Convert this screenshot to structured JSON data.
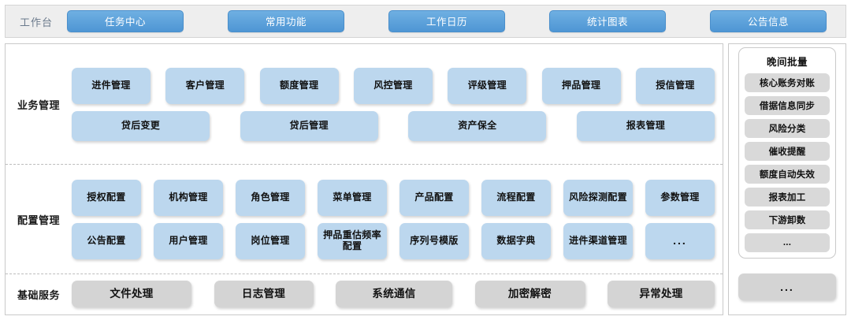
{
  "header": {
    "title": "工作台",
    "tabs": [
      {
        "label": "任务中心"
      },
      {
        "label": "常用功能"
      },
      {
        "label": "工作日历"
      },
      {
        "label": "统计图表"
      },
      {
        "label": "公告信息"
      }
    ],
    "accent_color": "#4e96d4"
  },
  "sections": [
    {
      "label": "业务管理",
      "rows": [
        {
          "items": [
            {
              "label": "进件管理",
              "width": 100
            },
            {
              "label": "客户管理",
              "width": 100
            },
            {
              "label": "额度管理",
              "width": 100
            },
            {
              "label": "风控管理",
              "width": 100
            },
            {
              "label": "评级管理",
              "width": 100
            },
            {
              "label": "押品管理",
              "width": 100
            },
            {
              "label": "授信管理",
              "width": 100
            }
          ]
        },
        {
          "items": [
            {
              "label": "贷后变更",
              "width": 175
            },
            {
              "label": "贷后管理",
              "width": 175
            },
            {
              "label": "资产保全",
              "width": 175
            },
            {
              "label": "报表管理",
              "width": 175
            }
          ]
        }
      ]
    },
    {
      "label": "配置管理",
      "rows": [
        {
          "items": [
            {
              "label": "授权配置",
              "width": 88
            },
            {
              "label": "机构管理",
              "width": 88
            },
            {
              "label": "角色管理",
              "width": 88
            },
            {
              "label": "菜单管理",
              "width": 88
            },
            {
              "label": "产品配置",
              "width": 88
            },
            {
              "label": "流程配置",
              "width": 88
            },
            {
              "label": "风险探测配置",
              "width": 88
            },
            {
              "label": "参数管理",
              "width": 88
            }
          ]
        },
        {
          "items": [
            {
              "label": "公告配置",
              "width": 88
            },
            {
              "label": "用户管理",
              "width": 88
            },
            {
              "label": "岗位管理",
              "width": 88
            },
            {
              "label": "押品重估频率配置",
              "width": 88
            },
            {
              "label": "序列号模版",
              "width": 88
            },
            {
              "label": "数据字典",
              "width": 88
            },
            {
              "label": "进件渠道管理",
              "width": 88
            },
            {
              "label": "...",
              "width": 88,
              "dots": true
            }
          ]
        }
      ]
    },
    {
      "label": "基础服务",
      "grey": true,
      "rows": [
        {
          "items": [
            {
              "label": "文件处理",
              "width": 152
            },
            {
              "label": "日志管理",
              "width": 126
            },
            {
              "label": "系统通信",
              "width": 148
            },
            {
              "label": "加密解密",
              "width": 140
            },
            {
              "label": "异常处理",
              "width": 136
            }
          ]
        }
      ]
    }
  ],
  "right_panel": {
    "batch": {
      "title": "晚间批量",
      "items": [
        {
          "label": "核心账务对账"
        },
        {
          "label": "借据信息同步"
        },
        {
          "label": "风险分类"
        },
        {
          "label": "催收提醒"
        },
        {
          "label": "额度自动失效"
        },
        {
          "label": "报表加工"
        },
        {
          "label": "下游卸数"
        },
        {
          "label": "..."
        }
      ]
    },
    "more_label": "..."
  }
}
